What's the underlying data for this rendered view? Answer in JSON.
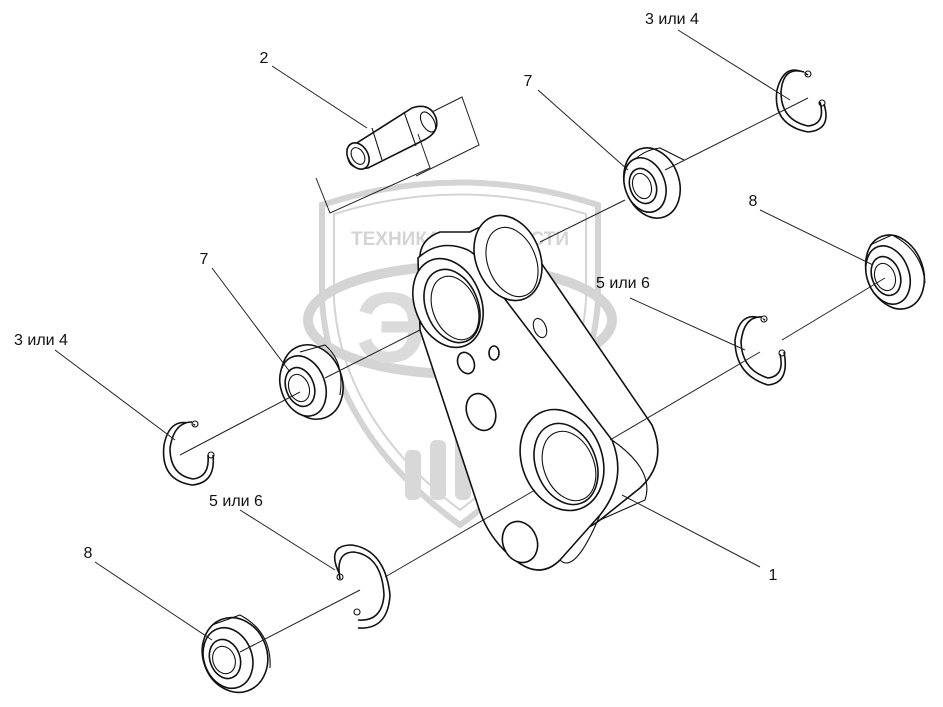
{
  "diagram": {
    "watermark": {
      "top_text": "ТЕХНИКА И ЗАПЧАСТИ",
      "letters": "ЭПФ"
    },
    "callouts": [
      {
        "id": "c2",
        "label": "2"
      },
      {
        "id": "c34a",
        "label": "3 или 4"
      },
      {
        "id": "c7a",
        "label": "7"
      },
      {
        "id": "c8a",
        "label": "8"
      },
      {
        "id": "c56a",
        "label": "5 или 6"
      },
      {
        "id": "c7b",
        "label": "7"
      },
      {
        "id": "c34b",
        "label": "3 или 4"
      },
      {
        "id": "c56b",
        "label": "5 или 6"
      },
      {
        "id": "c8b",
        "label": "8"
      },
      {
        "id": "c1",
        "label": "1"
      }
    ],
    "colors": {
      "line": "#111111",
      "watermark": "#d4d4d4"
    }
  }
}
